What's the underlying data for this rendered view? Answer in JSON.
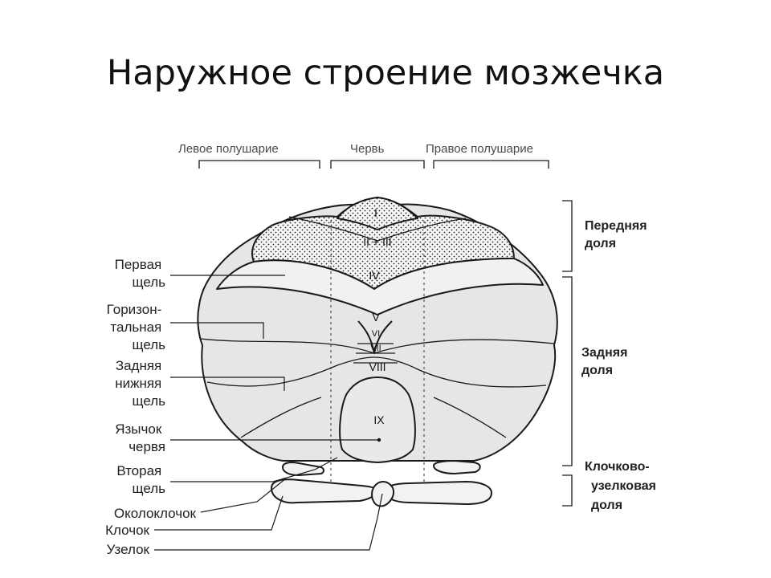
{
  "title": "Наружное строение мозжечка",
  "top_labels": {
    "left_hemisphere": "Левое полушарие",
    "vermis": "Червь",
    "right_hemisphere": "Правое полушарие"
  },
  "left_labels": [
    [
      "Первая",
      "щель"
    ],
    [
      "Горизон-",
      "тальная",
      "щель"
    ],
    [
      "Задняя",
      "нижняя",
      "щель"
    ],
    [
      "Язычок",
      "червя"
    ],
    [
      "Вторая",
      "щель"
    ],
    [
      "Околоклочок"
    ],
    [
      "Клочок"
    ],
    [
      "Узелок"
    ]
  ],
  "right_labels": {
    "anterior": [
      "Передняя",
      "доля"
    ],
    "posterior": [
      "Задняя",
      "доля"
    ],
    "flocculonodular": [
      "Клочково-",
      "узелковая",
      "доля"
    ]
  },
  "lobule_labels": {
    "l1": "I",
    "l2_3": "II + III",
    "l4": "IV",
    "l5": "V",
    "l6": "VI",
    "l7": "VII",
    "l8": "VIII",
    "l9": "IX"
  },
  "colors": {
    "lobe_fill": "#e6e6e6",
    "anterior_fill": "#f6f6f6",
    "outline": "#1a1a1a"
  }
}
